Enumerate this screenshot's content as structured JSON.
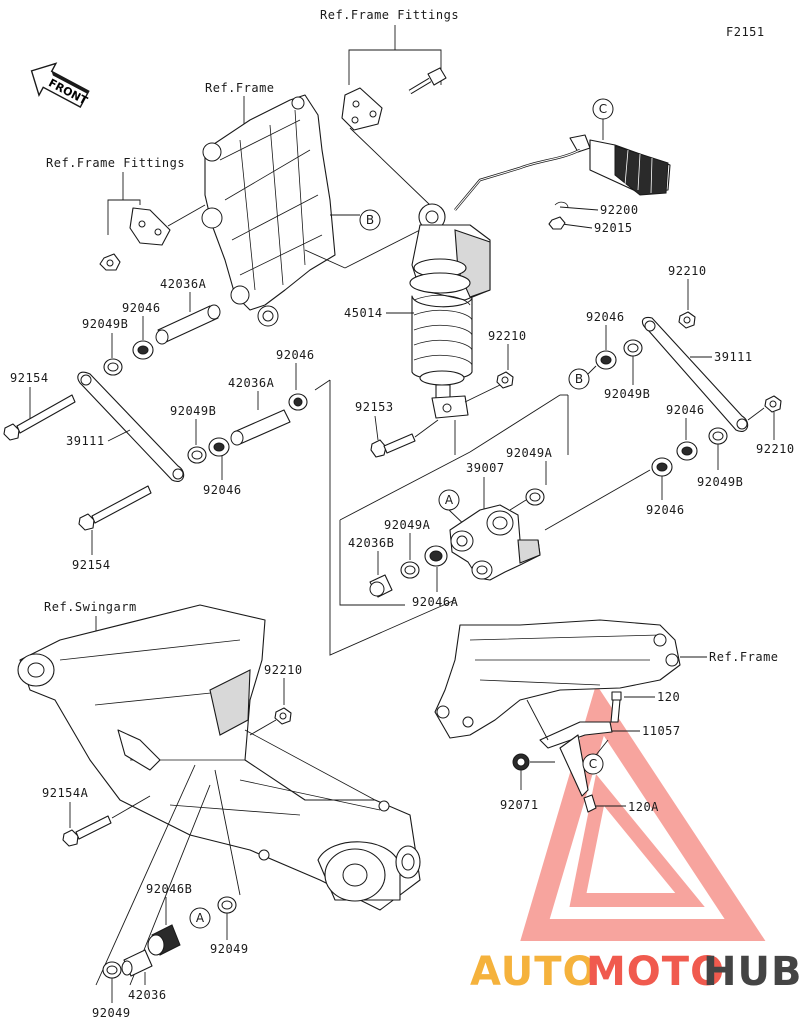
{
  "diagram": {
    "code": "F2151",
    "front_label": "FRONT",
    "watermark": {
      "auto": "AUTO",
      "moto": "MOTO",
      "hub": "HUB",
      "color_auto": "#f5b23c",
      "color_moto": "#f05a4e",
      "color_hub": "#444444"
    },
    "refs": {
      "frame_fittings_top": "Ref.Frame Fittings",
      "frame_fittings_left": "Ref.Frame Fittings",
      "frame_top": "Ref.Frame",
      "frame_right": "Ref.Frame",
      "swingarm": "Ref.Swingarm"
    },
    "callouts": {
      "A": "A",
      "B": "B",
      "C": "C"
    },
    "parts": {
      "p92200": "92200",
      "p92015": "92015",
      "p92210_tr": "92210",
      "p92210_r": "92210",
      "p92210_mid": "92210",
      "p92210_sw": "92210",
      "p39111_r": "39111",
      "p39111_l": "39111",
      "p92046_r1": "92046",
      "p92046_r2": "92046",
      "p92046_l1": "92046",
      "p92046_l2": "92046",
      "p92046_l3": "92046",
      "p92049B_r1": "92049B",
      "p92049B_r2": "92049B",
      "p92049B_l1": "92049B",
      "p92049B_l2": "92049B",
      "p45014": "45014",
      "p42036A_1": "42036A",
      "p42036A_2": "42036A",
      "p92154_1": "92154",
      "p92154_2": "92154",
      "p92153": "92153",
      "p39007": "39007",
      "p92049A_1": "92049A",
      "p92049A_2": "92049A",
      "p42036B": "42036B",
      "p92046A": "92046A",
      "p120": "120",
      "p11057": "11057",
      "p120A": "120A",
      "p92071": "92071",
      "p92154A": "92154A",
      "p92046B": "92046B",
      "p92049_1": "92049",
      "p92049_2": "92049",
      "p42036": "42036"
    }
  }
}
